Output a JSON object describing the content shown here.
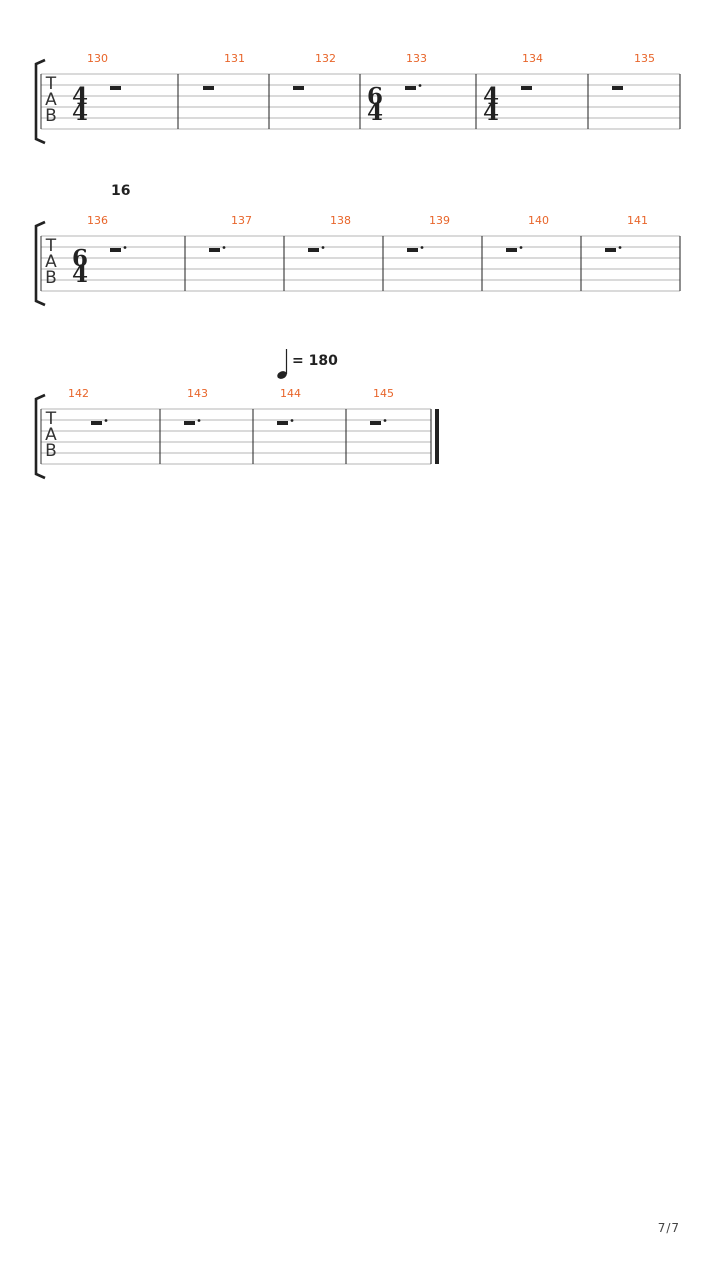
{
  "systems": [
    {
      "section_number": "",
      "tempo": "",
      "measures": [
        {
          "number": "130",
          "time_sig": [
            "4",
            "4"
          ],
          "rest": "half",
          "dotted": false
        },
        {
          "number": "131",
          "time_sig": null,
          "rest": "half",
          "dotted": false
        },
        {
          "number": "132",
          "time_sig": null,
          "rest": "half",
          "dotted": false
        },
        {
          "number": "133",
          "time_sig": [
            "6",
            "4"
          ],
          "rest": "half",
          "dotted": true
        },
        {
          "number": "134",
          "time_sig": [
            "4",
            "4"
          ],
          "rest": "half",
          "dotted": false
        },
        {
          "number": "135",
          "time_sig": null,
          "rest": "half",
          "dotted": false
        }
      ],
      "final_barline": false
    },
    {
      "section_number": "16",
      "tempo": "",
      "measures": [
        {
          "number": "136",
          "time_sig": [
            "6",
            "4"
          ],
          "rest": "half",
          "dotted": true
        },
        {
          "number": "137",
          "time_sig": null,
          "rest": "half",
          "dotted": true
        },
        {
          "number": "138",
          "time_sig": null,
          "rest": "half",
          "dotted": true
        },
        {
          "number": "139",
          "time_sig": null,
          "rest": "half",
          "dotted": true
        },
        {
          "number": "140",
          "time_sig": null,
          "rest": "half",
          "dotted": true
        },
        {
          "number": "141",
          "time_sig": null,
          "rest": "half",
          "dotted": true
        }
      ],
      "final_barline": false
    },
    {
      "section_number": "",
      "tempo": "= 180",
      "measures": [
        {
          "number": "142",
          "time_sig": null,
          "rest": "half",
          "dotted": true
        },
        {
          "number": "143",
          "time_sig": null,
          "rest": "half",
          "dotted": true
        },
        {
          "number": "144",
          "time_sig": null,
          "rest": "half",
          "dotted": true
        },
        {
          "number": "145",
          "time_sig": null,
          "rest": "half",
          "dotted": true
        }
      ],
      "final_barline": true
    }
  ],
  "tab_label": [
    "T",
    "A",
    "B"
  ],
  "page_number": "7/7",
  "colors": {
    "measure_number": "#e8652a",
    "staff_line": "#b5b5b5",
    "ink": "#222222"
  }
}
